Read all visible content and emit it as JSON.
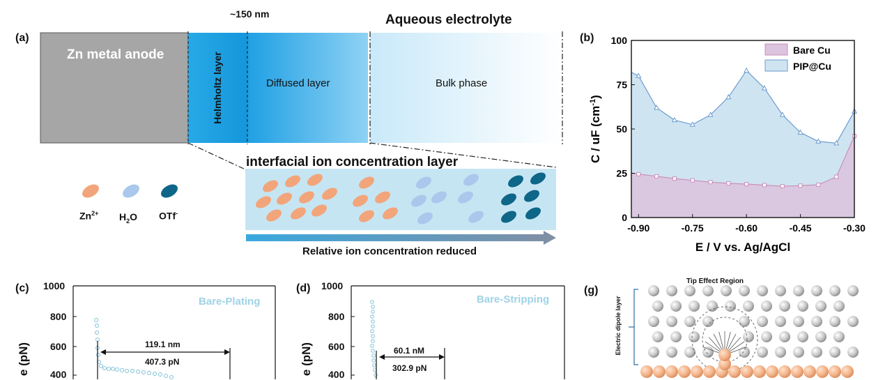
{
  "panel_a": {
    "label": "(a)",
    "top_label": "~150 nm",
    "electrolyte_label": "Aqueous electrolyte",
    "anode_label": "Zn metal anode",
    "helmholtz_label": "Helmholtz layer",
    "diffused_label": "Diffused layer",
    "bulk_label": "Bulk phase",
    "interfacial_title": "interfacial ion concentration layer",
    "arrow_text": "Relative ion concentration reduced",
    "legend": {
      "zn_base": "Zn",
      "zn_sup": "2+",
      "h2o_pre": "H",
      "h2o_sub": "2",
      "h2o_post": "O",
      "otf_base": "OTf",
      "otf_sup": "-"
    },
    "colors": {
      "zn": "#f2a57a",
      "h2o": "#aac8ec",
      "otf": "#0e6688",
      "anode": "#a6a6a6"
    }
  },
  "panel_b": {
    "label": "(b)",
    "chart_data": {
      "type": "area",
      "xlabel": "E / V vs. Ag/AgCl",
      "ylabel_pre": "C / uF (cm",
      "ylabel_sup": "-1",
      "ylabel_post": ")",
      "xlim": [
        -0.92,
        -0.3
      ],
      "ylim": [
        0,
        100
      ],
      "x_ticks": [
        -0.9,
        -0.75,
        -0.6,
        -0.45,
        -0.3
      ],
      "x_tick_labels": [
        "-0.90",
        "-0.75",
        "-0.60",
        "-0.45",
        "-0.30"
      ],
      "y_ticks": [
        0,
        25,
        50,
        75,
        100
      ],
      "legend_position": "top-right",
      "series": [
        {
          "name": "Bare Cu",
          "fill": "#dcc3de",
          "stroke": "#c98fb8",
          "x": [
            -0.92,
            -0.9,
            -0.85,
            -0.8,
            -0.75,
            -0.7,
            -0.65,
            -0.6,
            -0.55,
            -0.5,
            -0.45,
            -0.4,
            -0.35,
            -0.3
          ],
          "y": [
            25.0,
            24.5,
            23.3,
            22.0,
            21.0,
            20.0,
            19.3,
            18.9,
            18.3,
            17.7,
            18.0,
            18.5,
            23.0,
            46.0
          ]
        },
        {
          "name": "PIP@Cu",
          "fill": "#cfe4f1",
          "stroke": "#6c9ccf",
          "x": [
            -0.92,
            -0.9,
            -0.85,
            -0.8,
            -0.75,
            -0.7,
            -0.65,
            -0.6,
            -0.55,
            -0.5,
            -0.45,
            -0.4,
            -0.35,
            -0.3
          ],
          "y": [
            82,
            80,
            62,
            55,
            52.5,
            58,
            68,
            83,
            73,
            58,
            48,
            43,
            42,
            60
          ]
        }
      ]
    }
  },
  "panel_c": {
    "label": "(c)",
    "title": "Bare-Plating",
    "ylabel": "e (pN)",
    "y_ticks": [
      "1000",
      "800",
      "600",
      "400"
    ],
    "dim_nm": "119.1 nm",
    "dim_pn": "407.3 pN"
  },
  "panel_d": {
    "label": "(d)",
    "title": "Bare-Stripping",
    "ylabel": "e (pN)",
    "y_ticks": [
      "1000",
      "800",
      "600",
      "400"
    ],
    "dim_nm": "60.1 nM",
    "dim_pn": "302.9 pN"
  },
  "panel_g": {
    "label": "(g)",
    "title": "Tip Effect Region",
    "side_label": "Electric dipole layer"
  }
}
